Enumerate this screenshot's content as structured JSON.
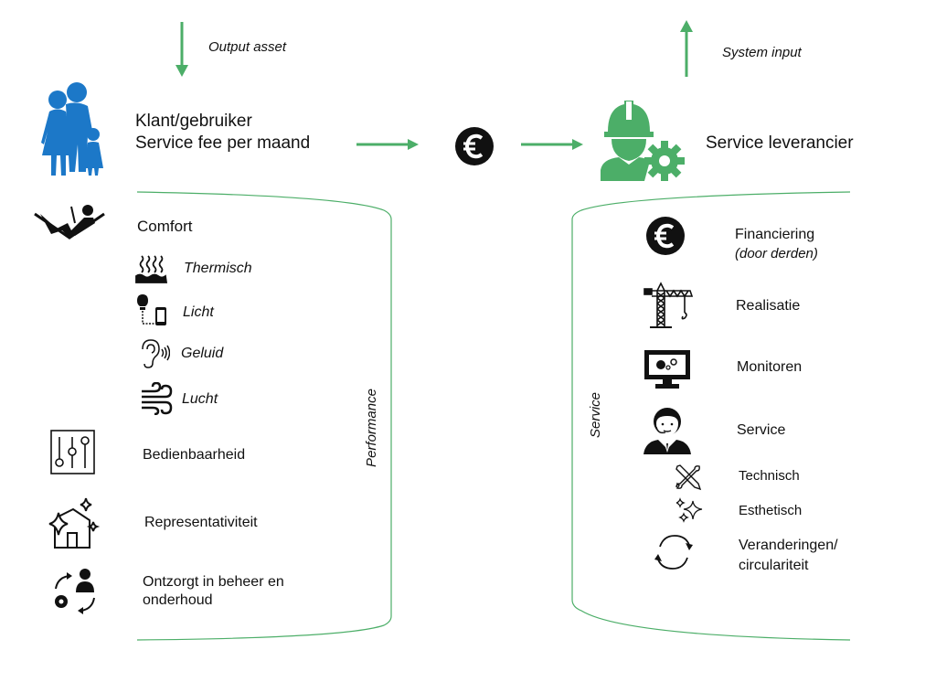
{
  "colors": {
    "green": "#4cae68",
    "blue": "#1c78c8",
    "black": "#111111"
  },
  "top": {
    "output_arrow_label": "Output asset",
    "input_arrow_label": "System input"
  },
  "customer": {
    "icon": "family-icon",
    "title": "Klant/gebruiker",
    "subtitle": "Service fee per maand"
  },
  "payment": {
    "icon": "euro-coin-icon"
  },
  "supplier": {
    "icon": "worker-gear-icon",
    "title": "Service leverancier"
  },
  "performance": {
    "bracket_label": "Performance",
    "items": [
      {
        "icon": "reclining-person-icon",
        "label": "Comfort",
        "sub": [
          {
            "icon": "heat-waves-icon",
            "label": "Thermisch"
          },
          {
            "icon": "lightbulb-phone-icon",
            "label": "Licht"
          },
          {
            "icon": "ear-sound-icon",
            "label": "Geluid"
          },
          {
            "icon": "wind-icon",
            "label": "Lucht"
          }
        ]
      },
      {
        "icon": "sliders-icon",
        "label": "Bedienbaarheid"
      },
      {
        "icon": "sparkling-house-icon",
        "label": "Representativiteit"
      },
      {
        "icon": "manager-cycle-icon",
        "label": "Ontzorgt in beheer en",
        "label2": "onderhoud"
      }
    ]
  },
  "service": {
    "bracket_label": "Service",
    "items": [
      {
        "icon": "euro-coin-icon",
        "label": "Financiering",
        "note": "(door derden)"
      },
      {
        "icon": "crane-icon",
        "label": "Realisatie"
      },
      {
        "icon": "monitor-gears-icon",
        "label": "Monitoren"
      },
      {
        "icon": "support-agent-icon",
        "label": "Service",
        "sub": [
          {
            "icon": "tools-icon",
            "label": "Technisch"
          },
          {
            "icon": "sparkles-icon",
            "label": "Esthetisch"
          }
        ]
      },
      {
        "icon": "refresh-cycle-icon",
        "label": "Veranderingen/",
        "label2": "circulariteit"
      }
    ]
  }
}
